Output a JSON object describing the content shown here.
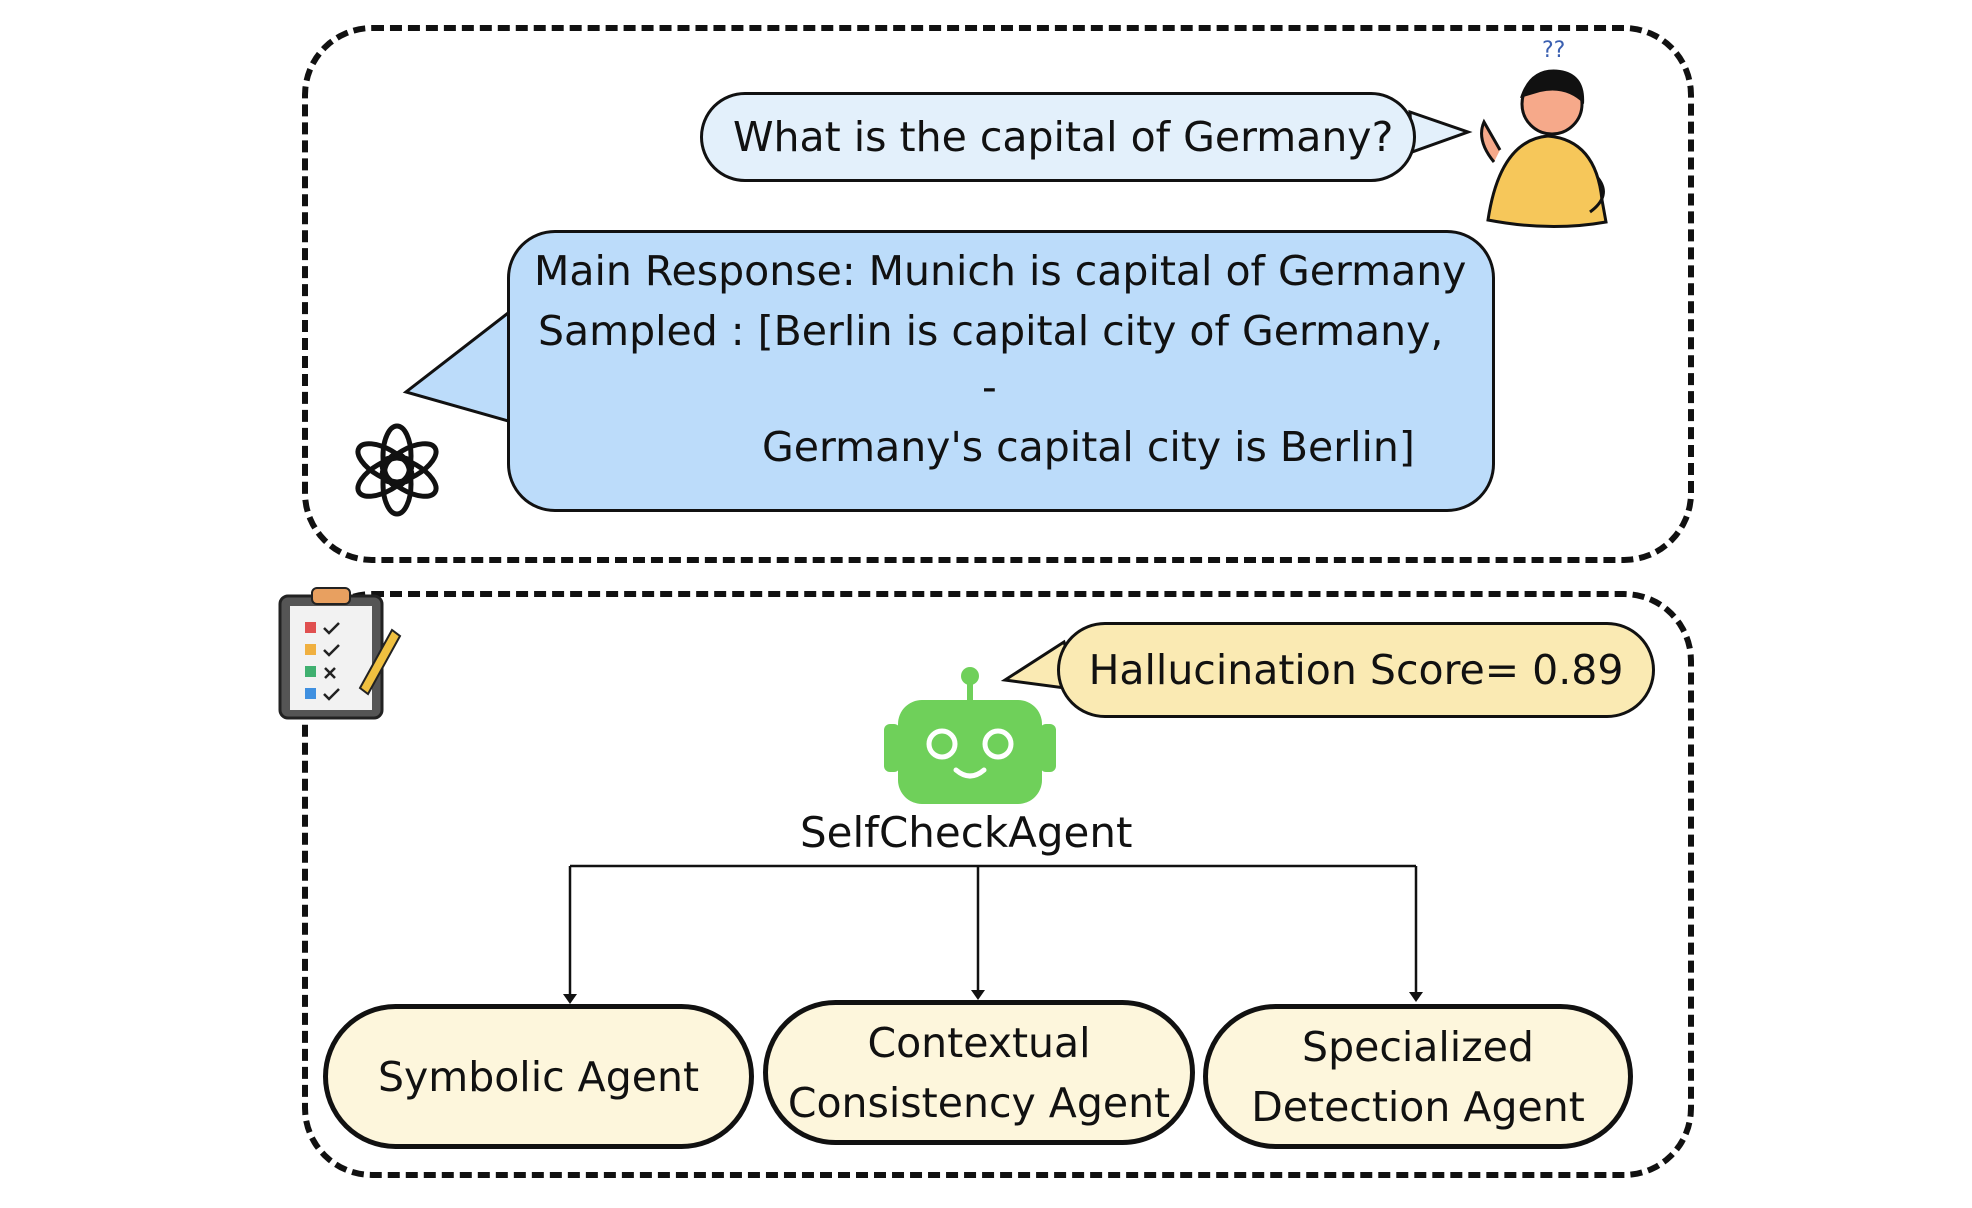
{
  "question": "What is the capital of Germany?",
  "response": {
    "main": "Main Response: Munich is   capital of Germany",
    "sampled": "Sampled : [Berlin is capital city of Germany,",
    "separator": "-",
    "last": "Germany's capital city is Berlin]"
  },
  "score": "Hallucination Score= 0.89",
  "agent_name": "SelfCheckAgent",
  "user_mark": "??",
  "agents": [
    {
      "lines": [
        "Symbolic Agent"
      ]
    },
    {
      "lines": [
        "Contextual",
        "Consistency Agent"
      ]
    },
    {
      "lines": [
        "Specialized",
        "Detection Agent"
      ]
    }
  ],
  "colors": {
    "question_bubble": "#e3f0fb",
    "response_bubble": "#bcdcfa",
    "score_bubble": "#faeab3",
    "agent_box": "#fdf6dc",
    "robot": "#6fd05a",
    "user_shirt": "#f6c75a"
  }
}
